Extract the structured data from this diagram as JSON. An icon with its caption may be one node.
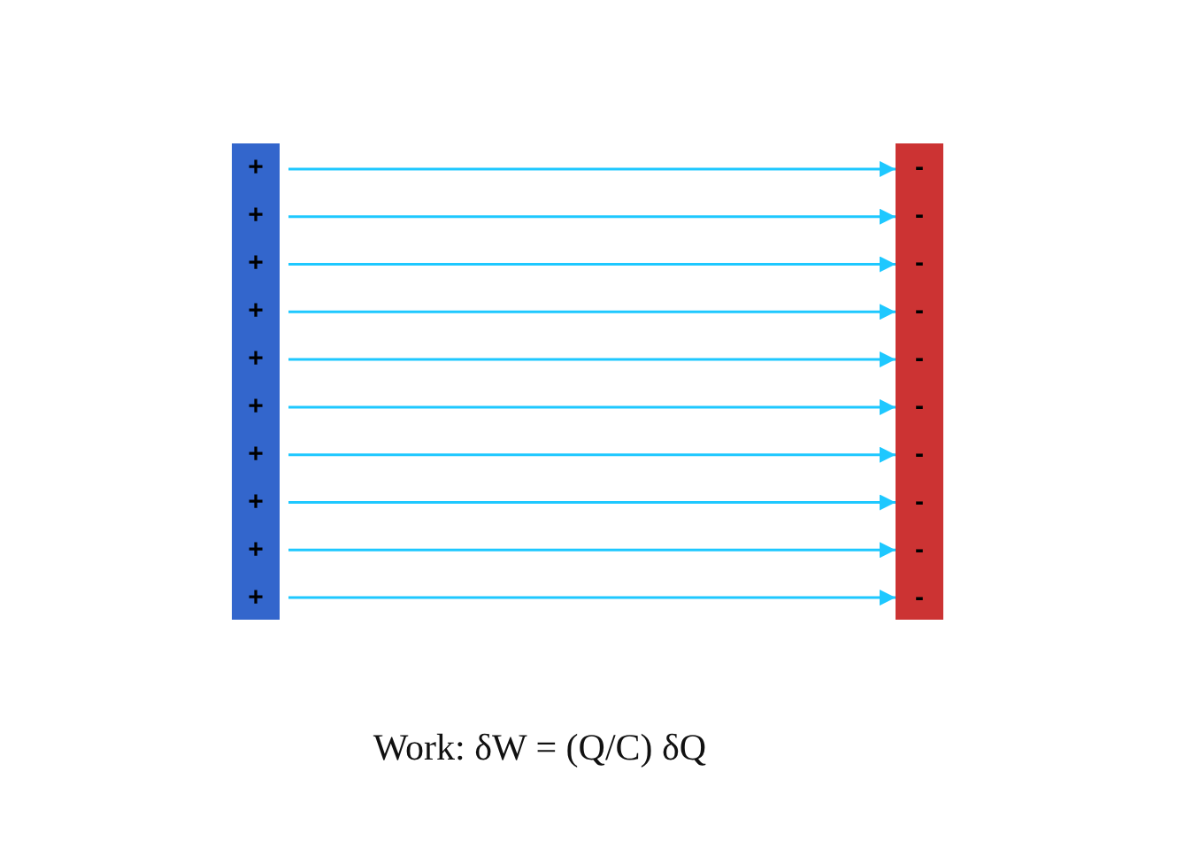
{
  "diagram": {
    "caption": "Work: δW = (Q/C) δQ",
    "nodes": [
      {
        "text": [
          "+",
          "+",
          "+",
          "+",
          "+",
          "+",
          "+",
          "+",
          "+",
          "+"
        ]
      },
      {
        "text": [
          "-",
          "-",
          "-",
          "-",
          "-",
          "-",
          "-",
          "-",
          "-",
          "-"
        ]
      }
    ],
    "edges": [
      {
        "from": 0,
        "to": 1,
        "arrow": "to"
      },
      {
        "from": 0,
        "to": 1,
        "arrow": "to"
      },
      {
        "from": 0,
        "to": 1,
        "arrow": "to"
      },
      {
        "from": 0,
        "to": 1,
        "arrow": "to"
      },
      {
        "from": 0,
        "to": 1,
        "arrow": "to"
      },
      {
        "from": 0,
        "to": 1,
        "arrow": "to"
      },
      {
        "from": 0,
        "to": 1,
        "arrow": "to"
      },
      {
        "from": 0,
        "to": 1,
        "arrow": "to"
      },
      {
        "from": 0,
        "to": 1,
        "arrow": "to"
      },
      {
        "from": 0,
        "to": 1,
        "arrow": "to"
      }
    ]
  }
}
